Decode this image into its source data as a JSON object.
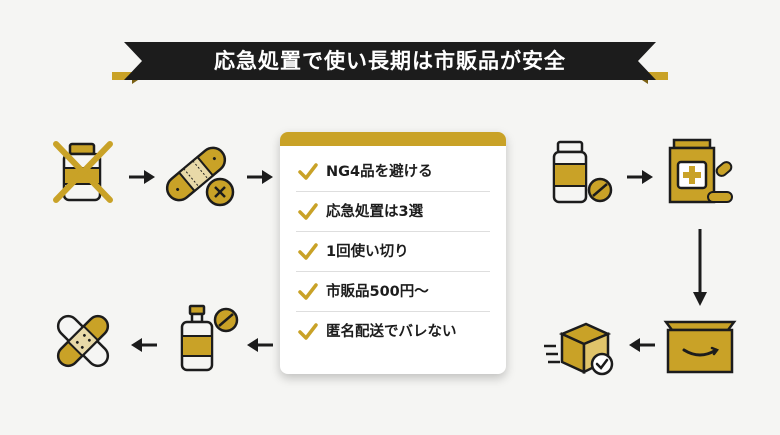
{
  "banner": {
    "title": "応急処置で使い長期は市販品が安全"
  },
  "checklist": {
    "items": [
      "NG4品を避ける",
      "応急処置は3選",
      "1回使い切り",
      "市販品500円〜",
      "匿名配送でバレない"
    ]
  },
  "colors": {
    "accent": "#c9a227",
    "dark": "#1c1c1c",
    "background": "#f5f5f3"
  },
  "icons": [
    "crossed-out-medicine-bottle-icon",
    "bandage-with-x-icon",
    "medicine-bottle-with-pill-icon",
    "pharmacy-bag-with-pills-icon",
    "delivery-box-icon",
    "fast-shipping-box-icon",
    "syringe-vial-with-pill-icon",
    "crossed-bandages-icon",
    "arrow-icon",
    "checkmark-icon"
  ]
}
